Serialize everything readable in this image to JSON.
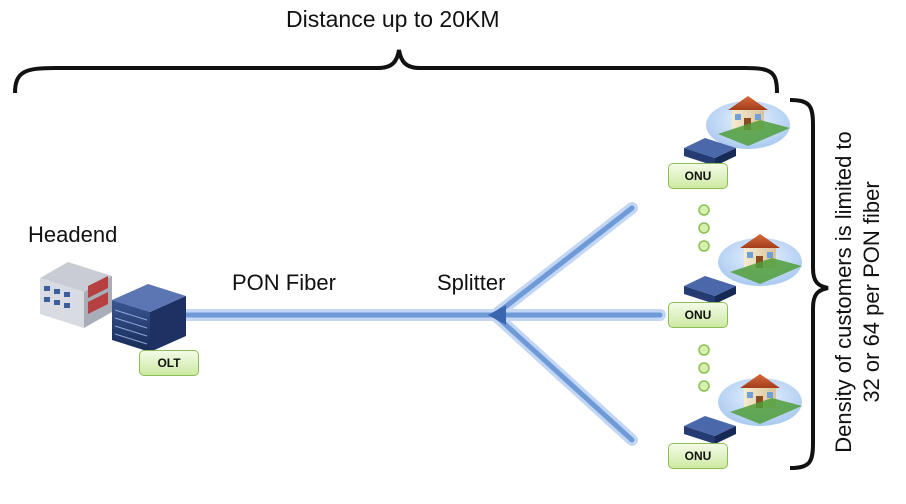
{
  "title": "Distance up to 20KM",
  "headend": {
    "label": "Headend"
  },
  "olt": {
    "label": "OLT"
  },
  "fiber": {
    "label": "PON Fiber"
  },
  "splitter": {
    "label": "Splitter"
  },
  "onus": [
    {
      "label": "ONU"
    },
    {
      "label": "ONU"
    },
    {
      "label": "ONU"
    }
  ],
  "density_note": {
    "line1": "Density of customers is limited to",
    "line2": "32 or 64 per PON fiber"
  },
  "colors": {
    "fiber": "#6f9ad8",
    "tag_border": "#8bbf55",
    "tag_fill": "#d9efb8",
    "dot": "#b7e07a"
  }
}
